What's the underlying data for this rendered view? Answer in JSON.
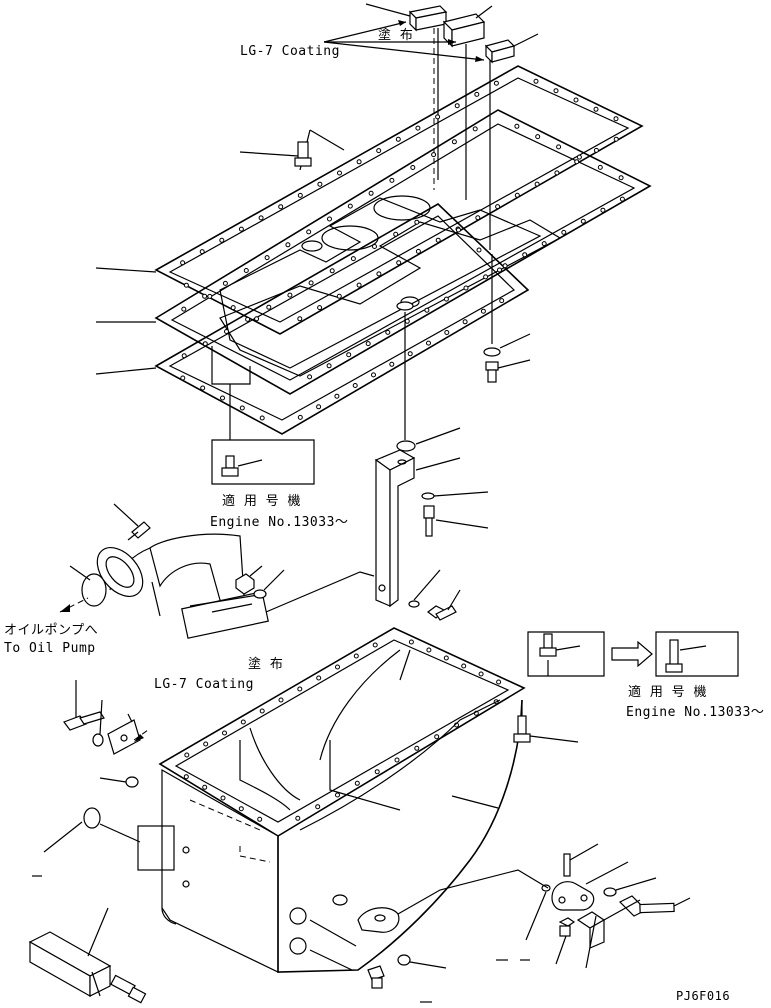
{
  "notes": {
    "top_coating_ja": "塗 布",
    "top_coating_en": "LG-7 Coating",
    "mid_coating_ja": "塗 布",
    "mid_coating_en": "LG-7 Coating",
    "engine_ja_left": "適 用 号 機",
    "engine_en_left": "Engine No.13033～",
    "engine_ja_right": "適 用 号 機",
    "engine_en_right": "Engine No.13033～",
    "oil_pump_ja": "オイルポンプへ",
    "oil_pump_en": "To Oil Pump"
  },
  "drawing_code": "PJ6F016"
}
